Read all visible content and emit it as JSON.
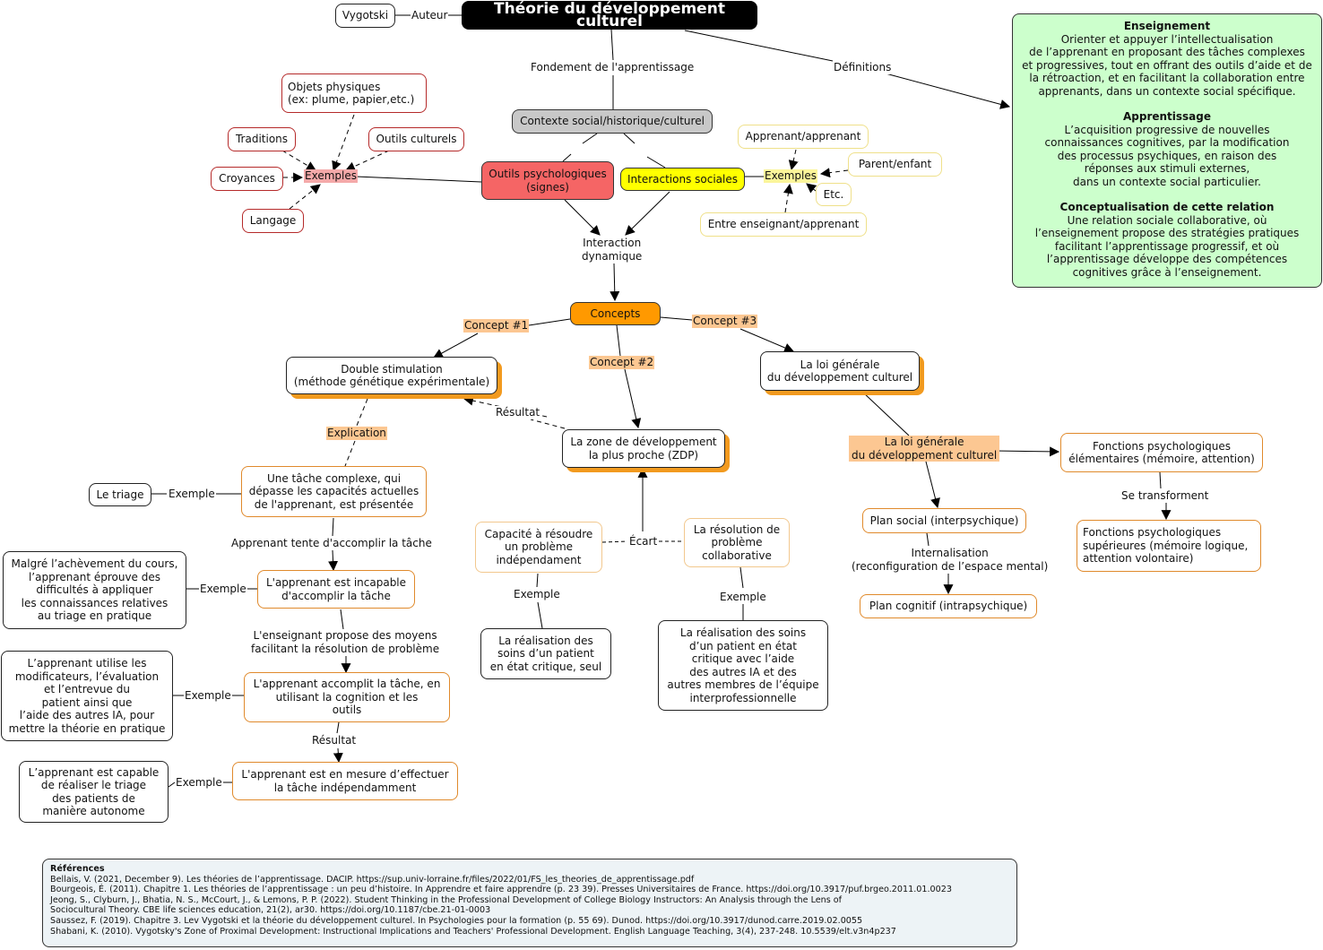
{
  "title": "Théorie du développement culturel",
  "author": {
    "name": "Vygotski",
    "link_label": "Auteur"
  },
  "links": {
    "fondement": "Fondement de l'apprentissage",
    "definitions": "Définitions",
    "interaction_dynamique": "Interaction\ndynamique",
    "concept1": "Concept #1",
    "concept2": "Concept #2",
    "concept3": "Concept #3",
    "resultat_zdp": "Résultat",
    "explication": "Explication",
    "exemple": "Exemple",
    "tente": "Apprenant tente d'accomplir la tâche",
    "enseignant_propose": "L'enseignant propose des moyens\nfacilitant la résolution de problème",
    "resultat": "Résultat",
    "ecart": "Écart",
    "loi_label": "La loi générale\ndu développement culturel",
    "se_transforment": "Se transforment",
    "internalisation": "Internalisation\n(reconfiguration de l’espace mental)"
  },
  "contexte": "Contexte social/historique/culturel",
  "outils_psy": {
    "label": "Outils psychologiques\n(signes)",
    "examples_label": "Exemples",
    "examples": [
      "Objets physiques\n(ex: plume, papier,etc.)",
      "Traditions",
      "Outils culturels",
      "Croyances",
      "Langage"
    ]
  },
  "interactions": {
    "label": "Interactions sociales",
    "examples_label": "Exemples",
    "examples": [
      "Apprenant/apprenant",
      "Parent/enfant",
      "Etc.",
      "Entre enseignant/apprenant"
    ]
  },
  "concepts": "Concepts",
  "double_stim": {
    "label": "Double stimulation\n(méthode génétique expérimentale)",
    "steps": [
      "Une tâche complexe, qui\ndépasse les capacités actuelles\nde l'apprenant, est présentée",
      "L'apprenant est incapable\nd'accomplir la tâche",
      "L'apprenant accomplit la tâche, en\nutilisant la cognition et les\noutils",
      "L'apprenant est en mesure d’effectuer\nla tâche indépendamment"
    ],
    "examples": [
      "Le triage",
      "Malgré l’achèvement du cours,\nl’apprenant éprouve des\ndifficultés à appliquer\nles connaissances relatives\nau triage en pratique",
      "L’apprenant utilise les\nmodificateurs, l’évaluation\net l’entrevue du\npatient ainsi que\nl’aide des autres IA, pour\nmettre la théorie en pratique",
      "L’apprenant est capable\nde réaliser le triage\ndes patients de\nmanière autonome"
    ]
  },
  "zdp": {
    "label": "La zone de développement\nla plus proche (ZDP)",
    "independant": "Capacité à résoudre\nun problème\nindépendament",
    "collaborative": "La résolution de\nproblème\ncollaborative",
    "ex_independant": "La réalisation des\nsoins d’un patient\nen état critique, seul",
    "ex_collaborative": "La réalisation des soins\nd’un patient en état\ncritique avec l’aide\ndes autres IA et des\nautres membres de l’équipe\ninterprofessionnelle"
  },
  "loi": {
    "label": "La loi générale\ndu développement culturel",
    "plan_social": "Plan social (interpsychique)",
    "plan_cognitif": "Plan cognitif (intrapsychique)",
    "fonctions_elem": "Fonctions psychologiques\nélémentaires (mémoire, attention)",
    "fonctions_sup": "Fonctions psychologiques\nsupérieures (mémoire logique,\nattention volontaire)"
  },
  "definitions": [
    {
      "heading": "Enseignement",
      "text": "Orienter et appuyer l’intellectualisation\nde l’apprenant en proposant des tâches complexes\net progressives, tout en offrant des outils d’aide et de\nla rétroaction, et en facilitant la collaboration entre\napprenants, dans un contexte social spécifique."
    },
    {
      "heading": "Apprentissage",
      "text": "L’acquisition progressive de nouvelles\nconnaissances cognitives, par la modification\ndes processus  psychiques, en raison des\nréponses aux stimuli externes,\ndans un contexte social particulier."
    },
    {
      "heading": "Conceptualisation de cette relation",
      "text": "Une relation sociale collaborative, où\nl’enseignement propose des stratégies pratiques\nfacilitant l’apprentissage progressif, et où\nl’apprentissage développe des compétences\ncognitives  grâce à l’enseignement."
    }
  ],
  "references": {
    "heading": "Références",
    "items": [
      "Bellais, V. (2021, December 9). Les théories de l’apprentissage. DACIP.  https://sup.univ-lorraine.fr/files/2022/01/FS_les_theories_de_apprentissage.pdf",
      "Bourgeois, É. (2011). Chapitre 1. Les théories de l’apprentissage : un peu d’histoire. In Apprendre et faire apprendre (p. 23 39). Presses Universitaires de France. https://doi.org/10.3917/puf.brgeo.2011.01.0023",
      "Jeong, S., Clyburn, J., Bhatia, N. S., McCourt, J., & Lemons, P. P. (2022). Student Thinking in the Professional Development of College Biology Instructors: An Analysis through the Lens of\n    Sociocultural Theory. CBE life sciences education, 21(2), ar30. https://doi.org/10.1187/cbe.21-01-0003",
      "Saussez, F. (2019). Chapitre 3. Lev Vygotski et la théorie du développement culturel. In Psychologies pour la formation (p. 55 69). Dunod. https://doi.org/10.3917/dunod.carre.2019.02.0055",
      "Shabani, K. (2010). Vygotsky's Zone of Proximal Development: Instructional Implications and Teachers' Professional Development. English Language Teaching, 3(4), 237-248. 10.5539/elt.v3n4p237"
    ]
  }
}
